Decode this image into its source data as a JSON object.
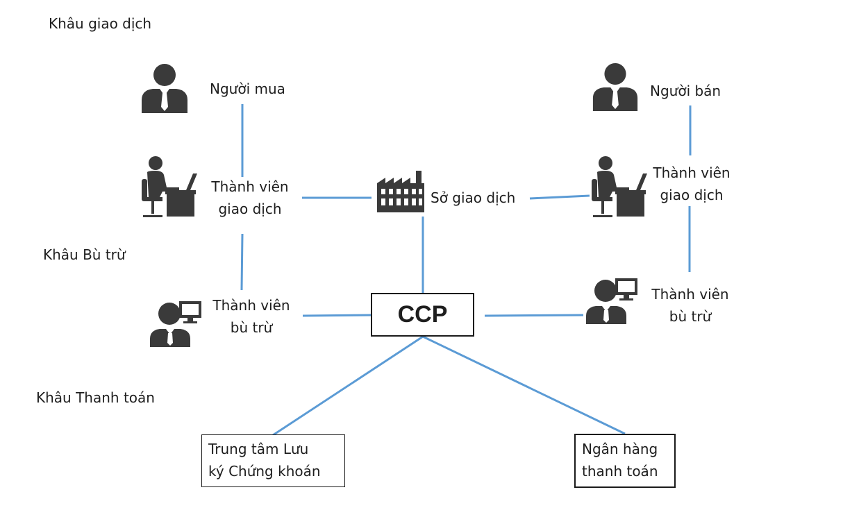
{
  "stages": {
    "trading": "Khâu giao dịch",
    "clearing": "Khâu Bù trừ",
    "settlement": "Khâu Thanh toán"
  },
  "nodes": {
    "buyer": "Người mua",
    "seller": "Người bán",
    "trading_member_left": [
      "Thành viên",
      "giao dịch"
    ],
    "trading_member_right": [
      "Thành viên",
      "giao dịch"
    ],
    "exchange": "Sở giao dịch",
    "clearing_member_left": [
      "Thành viên",
      "bù trừ"
    ],
    "clearing_member_right": [
      "Thành viên",
      "bù trừ"
    ],
    "ccp": "CCP",
    "depository": [
      "Trung tâm Lưu",
      "ký Chứng khoán"
    ],
    "settlement_bank": [
      "Ngân hàng",
      "thanh toán"
    ]
  },
  "colors": {
    "line": "#5b9bd5",
    "icon": "#3a3a3a",
    "text": "#1e1e1e"
  },
  "icons": [
    "businessman-icon",
    "office-worker-icon",
    "factory-icon",
    "computer-user-icon"
  ]
}
